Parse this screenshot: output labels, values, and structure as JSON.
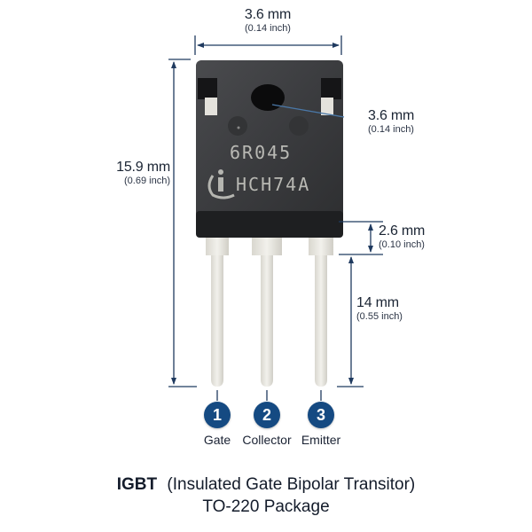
{
  "dimensions": {
    "width": {
      "mm": "3.6 mm",
      "inch": "(0.14 inch)"
    },
    "height": {
      "mm": "15.9 mm",
      "inch": "(0.69 inch)"
    },
    "hole": {
      "mm": "3.6 mm",
      "inch": "(0.14 inch)"
    },
    "lead_shoulder": {
      "mm": "2.6 mm",
      "inch": "(0.10 inch)"
    },
    "lead_length": {
      "mm": "14 mm",
      "inch": "(0.55 inch)"
    }
  },
  "component": {
    "marking_line1": "6R045",
    "marking_line2": "HCH74A",
    "logo": "i"
  },
  "pins": [
    {
      "number": "1",
      "label": "Gate"
    },
    {
      "number": "2",
      "label": "Collector"
    },
    {
      "number": "3",
      "label": "Emitter"
    }
  ],
  "title": {
    "abbr": "IGBT",
    "full": "(Insulated Gate Bipolar Transitor)",
    "package": "TO-220 Package"
  },
  "colors": {
    "accent": "#154a82",
    "dimension_line": "#1f3a5f",
    "body": "#3a3b3d",
    "lead": "#e8e6df"
  }
}
